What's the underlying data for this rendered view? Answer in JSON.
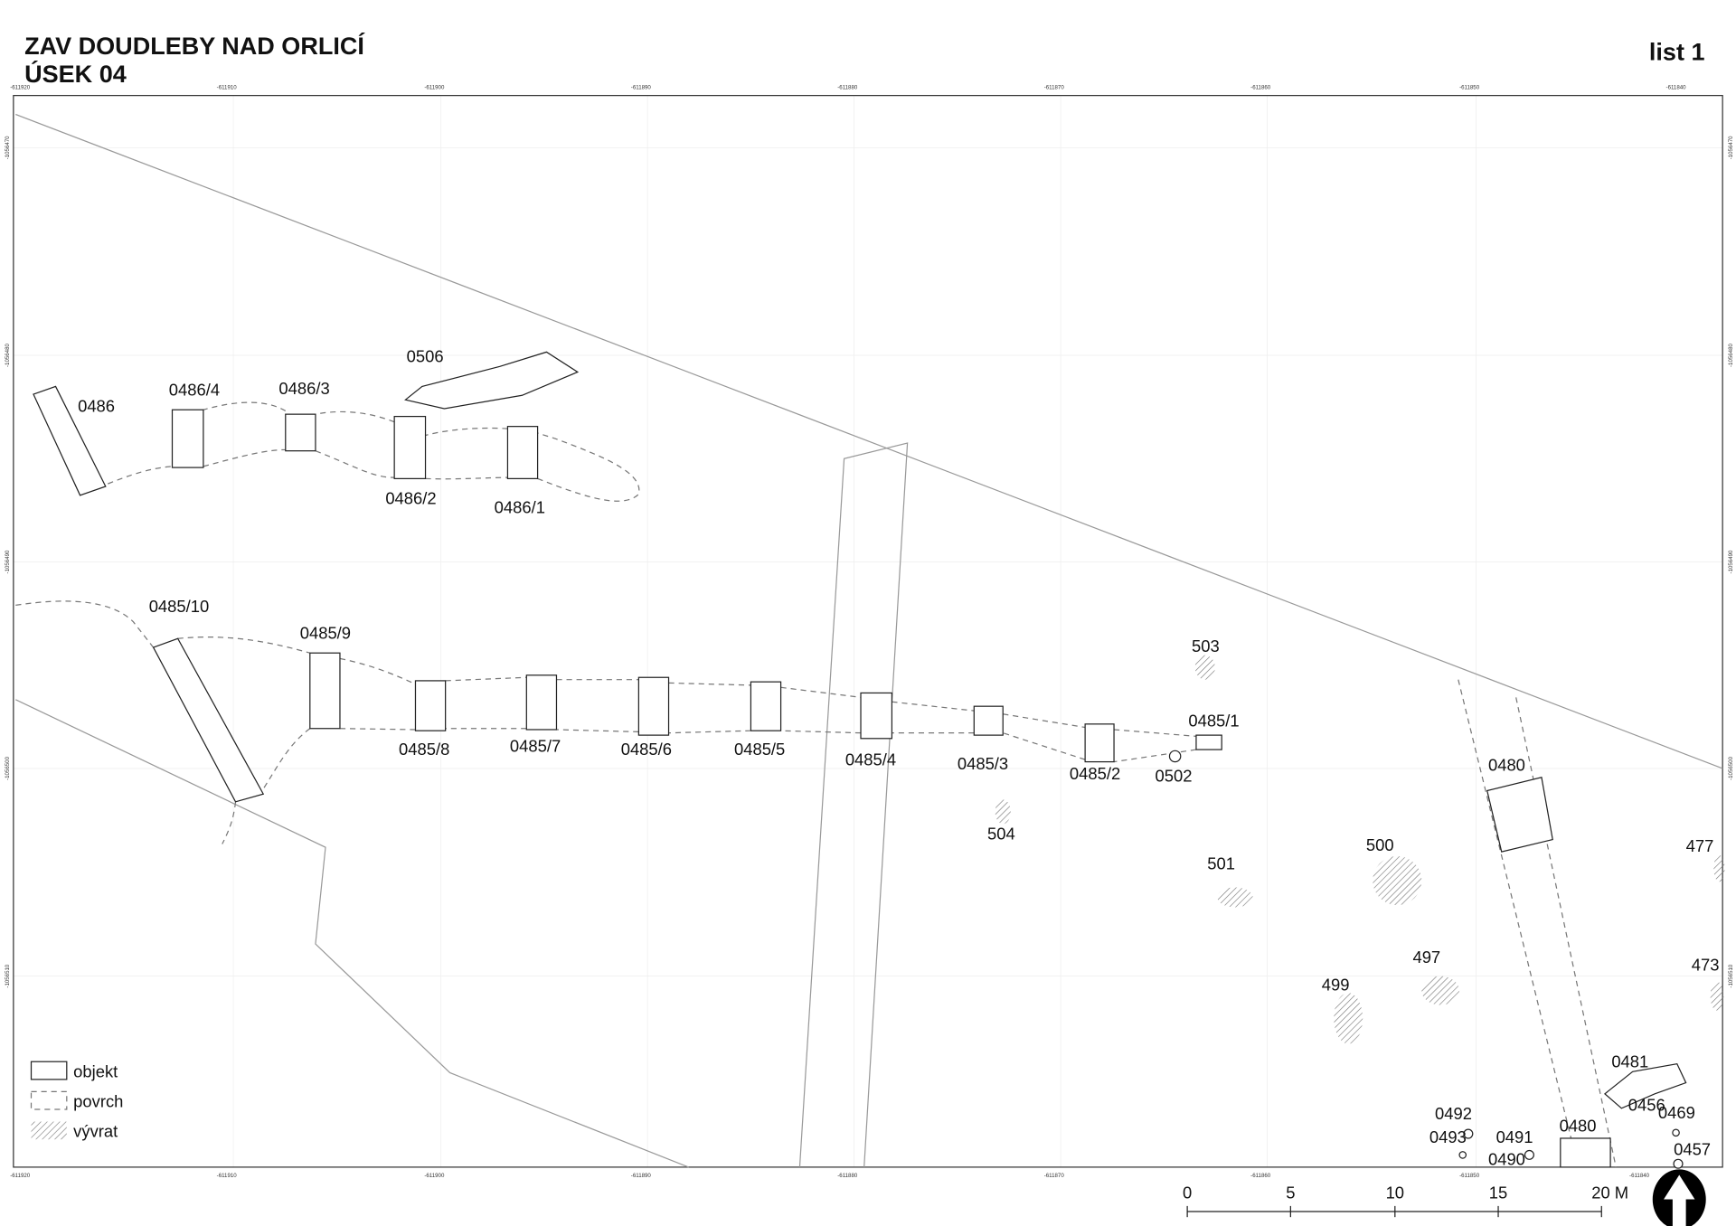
{
  "header": {
    "title": "ZAV DOUDLEBY NAD ORLICÍ",
    "subtitle": "ÚSEK 04",
    "sheet": "list 1"
  },
  "axes": {
    "x_ticks": [
      "-611920",
      "-611910",
      "-611900",
      "-611890",
      "-611880",
      "-611870",
      "-611860",
      "-611850",
      "-611840"
    ],
    "y_ticks": [
      "-1056470",
      "-1056480",
      "-1056490",
      "-1056500",
      "-1056510"
    ]
  },
  "features": [
    "0486",
    "0486/4",
    "0486/3",
    "0506",
    "0486/2",
    "0486/1",
    "0485/10",
    "0485/9",
    "0485/8",
    "0485/7",
    "0485/6",
    "0485/5",
    "0485/4",
    "0485/3",
    "0485/2",
    "0485/1",
    "0502",
    "503",
    "504",
    "501",
    "500",
    "0480",
    "477",
    "497",
    "499",
    "473",
    "0481",
    "0456",
    "0469",
    "0492",
    "0493",
    "0491",
    "0490",
    "0480",
    "0457"
  ],
  "legend": {
    "objekt": "objekt",
    "povrch": "povrch",
    "vyvrat": "vývrat"
  },
  "scalebar": {
    "labels": [
      "0",
      "5",
      "10",
      "15",
      "20 M"
    ]
  }
}
